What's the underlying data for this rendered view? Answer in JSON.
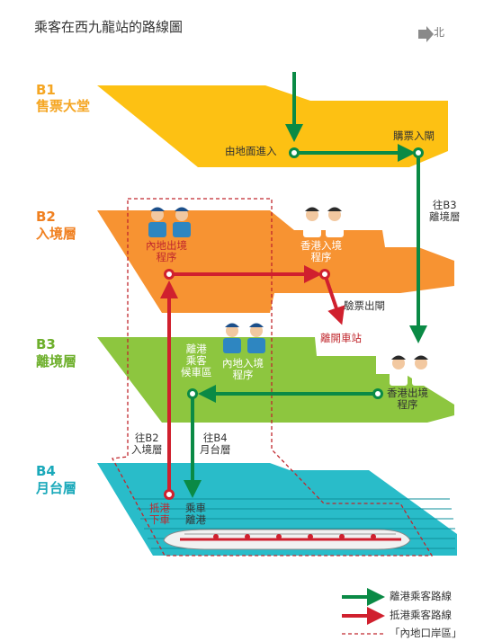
{
  "title": "乘客在西九龍站的路線圖",
  "north_label": "北",
  "levels": [
    {
      "code": "B1",
      "name": "售票大堂",
      "color": "#FDC113"
    },
    {
      "code": "B2",
      "name": "入境層",
      "color": "#F79332"
    },
    {
      "code": "B3",
      "name": "離境層",
      "color": "#8DC63F"
    },
    {
      "code": "B4",
      "name": "月台層",
      "color": "#29BCC9"
    }
  ],
  "labels": {
    "enter_ground": "由地面進入",
    "ticket_gate": "購票入閘",
    "to_b3_line1": "往B3",
    "to_b3_line2": "離境層",
    "mainland_exit_line1": "內地出境",
    "mainland_exit_line2": "程序",
    "hk_entry_line1": "香港入境",
    "hk_entry_line2": "程序",
    "ticket_exit": "驗票出閘",
    "leave_station": "離開車站",
    "waiting_line1": "離港",
    "waiting_line2": "乘客",
    "waiting_line3": "候車區",
    "mainland_entry_line1": "內地入境",
    "mainland_entry_line2": "程序",
    "hk_exit_line1": "香港出境",
    "hk_exit_line2": "程序",
    "to_b2_line1": "往B2",
    "to_b2_line2": "入境層",
    "to_b4_line1": "往B4",
    "to_b4_line2": "月台層",
    "arrive_line1": "抵港",
    "arrive_line2": "下車",
    "board_line1": "乘車",
    "board_line2": "離港"
  },
  "legend": [
    {
      "label": "離港乘客路線",
      "color": "#0A8A45"
    },
    {
      "label": "抵港乘客路線",
      "color": "#D0202E"
    },
    {
      "label": "「內地口岸區」",
      "color": "#C0272D"
    }
  ]
}
